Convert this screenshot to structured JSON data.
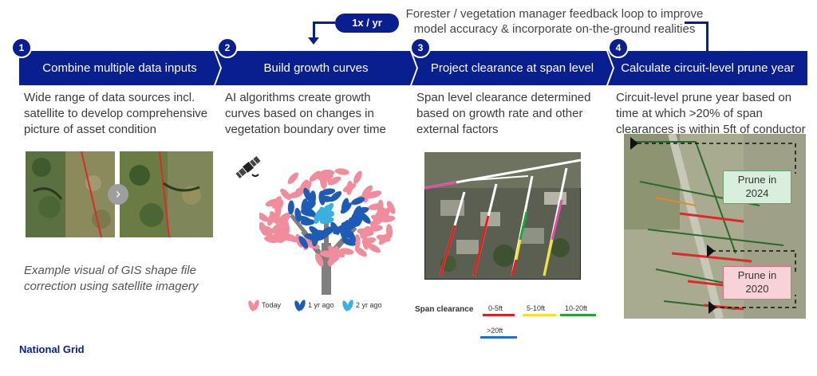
{
  "feedback": {
    "frequency": "1x / yr",
    "text": "Forester / vegetation manager feedback loop to improve model accuracy & incorporate on-the-ground realities"
  },
  "steps": [
    {
      "number": "1",
      "title": "Combine multiple data inputs",
      "description": "Wide range of data sources incl. satellite to develop comprehensive picture of asset condition"
    },
    {
      "number": "2",
      "title": "Build growth curves",
      "description": "AI algorithms create growth curves based on changes in vegetation boundary over time"
    },
    {
      "number": "3",
      "title": "Project clearance at span level",
      "description": "Span level clearance determined based on growth rate and other external factors"
    },
    {
      "number": "4",
      "title": "Calculate circuit-level prune year",
      "description": "Circuit-level prune year based on time at which >20% of span clearances is within 5ft of conductor"
    }
  ],
  "step1_caption": "Example visual of GIS shape file correction using satellite imagery",
  "tree_legend": [
    {
      "label": "Today",
      "color": "#f08c9c"
    },
    {
      "label": "1 yr ago",
      "color": "#1e5bb5"
    },
    {
      "label": "2 yr ago",
      "color": "#3ab0de"
    }
  ],
  "span_legend": {
    "title": "Span clearance",
    "items": [
      {
        "label": "0-5ft",
        "color": "#e02020"
      },
      {
        "label": "5-10ft",
        "color": "#f2e234"
      },
      {
        "label": "10-20ft",
        "color": "#22a33a"
      },
      {
        "label": ">20ft",
        "color": "#1e6fd0"
      }
    ]
  },
  "prune_labels": [
    {
      "text": "Prune in\n2024",
      "color": "#d9eedd"
    },
    {
      "text": "Prune in\n2020",
      "color": "#f7d3d8"
    }
  ],
  "brand": "National Grid",
  "colors": {
    "primary": "#0a1f8f"
  },
  "icons": [
    "satellite-icon",
    "chevron-right-icon"
  ]
}
